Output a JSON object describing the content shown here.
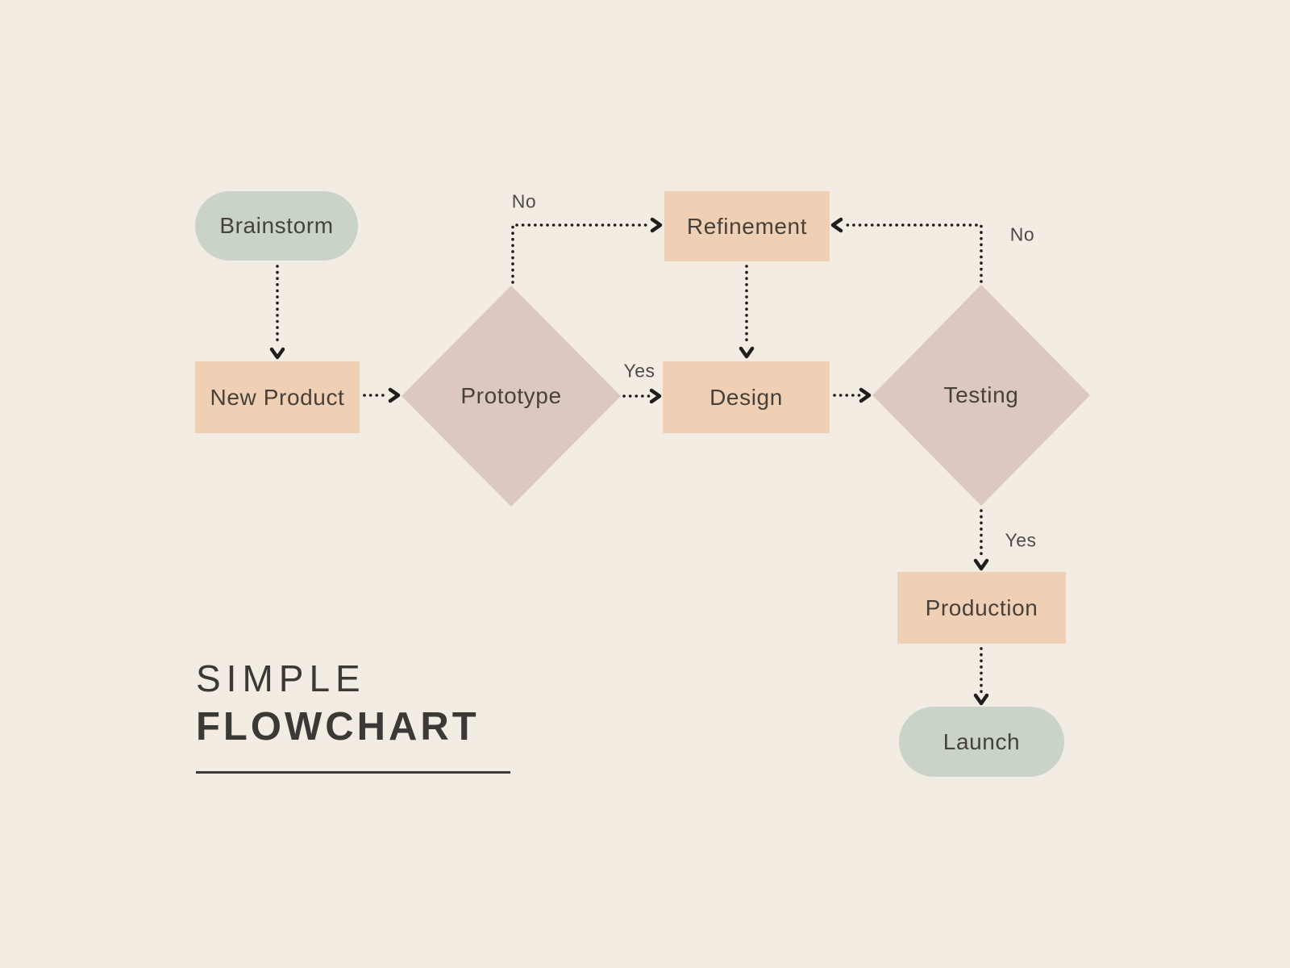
{
  "title": {
    "line1": "SIMPLE",
    "line2": "FLOWCHART"
  },
  "nodes": {
    "brainstorm": {
      "label": "Brainstorm",
      "type": "terminal"
    },
    "new_product": {
      "label": "New Product",
      "type": "process"
    },
    "prototype": {
      "label": "Prototype",
      "type": "decision"
    },
    "refinement": {
      "label": "Refinement",
      "type": "process"
    },
    "design": {
      "label": "Design",
      "type": "process"
    },
    "testing": {
      "label": "Testing",
      "type": "decision"
    },
    "production": {
      "label": "Production",
      "type": "process"
    },
    "launch": {
      "label": "Launch",
      "type": "terminal"
    }
  },
  "edge_labels": {
    "prototype_no": "No",
    "prototype_yes": "Yes",
    "testing_no": "No",
    "testing_yes": "Yes"
  },
  "colors": {
    "background": "#f3ece3",
    "terminal": "#c9d3c8",
    "process": "#f0d0b4",
    "decision": "#dcc8c0",
    "ink": "#1f1e1c",
    "node-text": "#46413b",
    "label-text": "#4e4b47",
    "title-text": "#3a3936"
  }
}
